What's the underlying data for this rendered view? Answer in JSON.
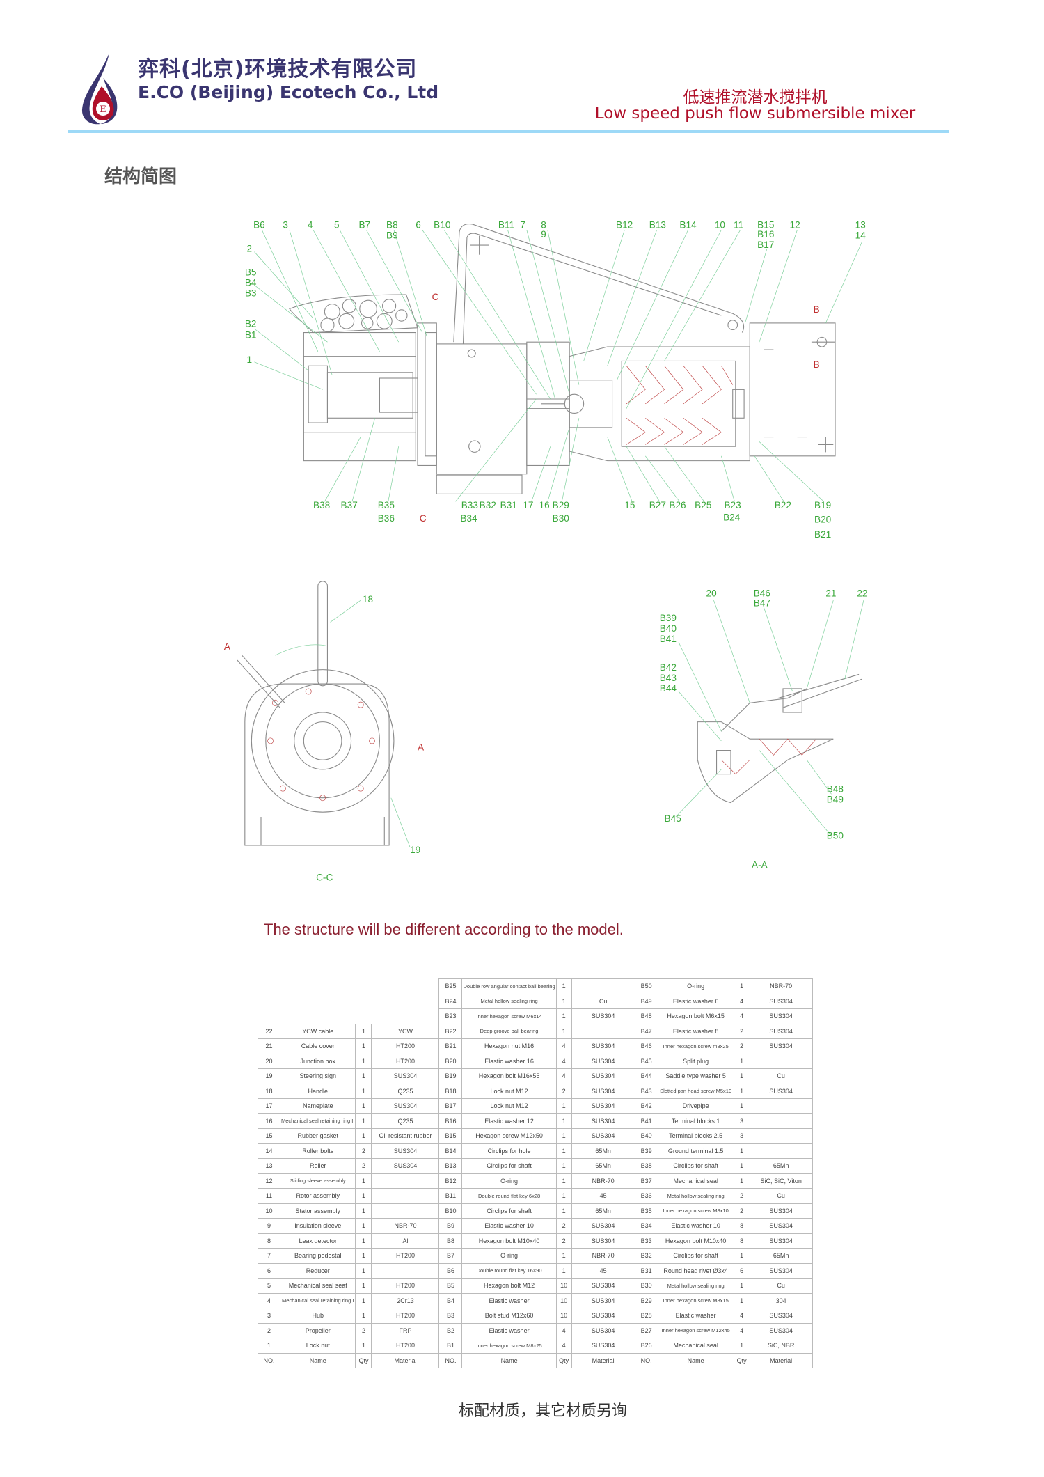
{
  "header": {
    "company_cn": "弈科(北京)环境技术有限公司",
    "company_en": "E.CO (Beijing) Ecotech Co., Ltd",
    "logo_letter": "E",
    "product_cn": "低速推流潜水搅拌机",
    "product_en": "Low speed push flow submersible mixer",
    "colors": {
      "brand_navy": "#3a3570",
      "brand_red": "#b0102a",
      "rule": "#9dd9f7"
    }
  },
  "section_title": "结构简图",
  "drawing": {
    "callouts": [
      "B6",
      "3",
      "4",
      "5",
      "B7",
      "B8",
      "B9",
      "6",
      "B10",
      "B11",
      "7",
      "8",
      "9",
      "B12",
      "B13",
      "B14",
      "10",
      "11",
      "B15",
      "B16",
      "B17",
      "12",
      "13",
      "14",
      "2",
      "B5",
      "B4",
      "B3",
      "B2",
      "B1",
      "1",
      "B38",
      "B37",
      "B35",
      "B36",
      "B33",
      "B32",
      "B31",
      "B34",
      "17",
      "16",
      "B29",
      "B30",
      "15",
      "B27",
      "B26",
      "B25",
      "B23",
      "B24",
      "B22",
      "B19",
      "B20",
      "B21",
      "18",
      "19",
      "20",
      "B46",
      "B47",
      "21",
      "22",
      "B39",
      "B40",
      "B41",
      "B42",
      "B43",
      "B44",
      "B45",
      "B48",
      "B49",
      "B50"
    ],
    "section_marks": [
      "C",
      "C",
      "B",
      "B",
      "A",
      "A"
    ],
    "view_labels": [
      "C-C",
      "A-A"
    ]
  },
  "note": "The structure will be different according to the model.",
  "table": {
    "header": [
      "NO.",
      "Name",
      "Qty",
      "Material"
    ],
    "left": [
      [
        "22",
        "YCW cable",
        "1",
        "YCW"
      ],
      [
        "21",
        "Cable cover",
        "1",
        "HT200"
      ],
      [
        "20",
        "Junction box",
        "1",
        "HT200"
      ],
      [
        "19",
        "Steering sign",
        "1",
        "SUS304"
      ],
      [
        "18",
        "Handle",
        "1",
        "Q235"
      ],
      [
        "17",
        "Nameplate",
        "1",
        "SUS304"
      ],
      [
        "16",
        "Mechanical seal retaining ring II",
        "1",
        "Q235"
      ],
      [
        "15",
        "Rubber gasket",
        "1",
        "Oil resistant rubber"
      ],
      [
        "14",
        "Roller bolts",
        "2",
        "SUS304"
      ],
      [
        "13",
        "Roller",
        "2",
        "SUS304"
      ],
      [
        "12",
        "Sliding sleeve assembly",
        "1",
        ""
      ],
      [
        "11",
        "Rotor assembly",
        "1",
        ""
      ],
      [
        "10",
        "Stator assembly",
        "1",
        ""
      ],
      [
        "9",
        "Insulation sleeve",
        "1",
        "NBR-70"
      ],
      [
        "8",
        "Leak detector",
        "1",
        "Al"
      ],
      [
        "7",
        "Bearing pedestal",
        "1",
        "HT200"
      ],
      [
        "6",
        "Reducer",
        "1",
        ""
      ],
      [
        "5",
        "Mechanical seal seat",
        "1",
        "HT200"
      ],
      [
        "4",
        "Mechanical seal retaining ring I",
        "1",
        "2Cr13"
      ],
      [
        "3",
        "Hub",
        "1",
        "HT200"
      ],
      [
        "2",
        "Propeller",
        "2",
        "FRP"
      ],
      [
        "1",
        "Lock nut",
        "1",
        "HT200"
      ]
    ],
    "middle": [
      [
        "B25",
        "Double row angular contact ball bearing",
        "1",
        ""
      ],
      [
        "B24",
        "Metal hollow sealing ring",
        "1",
        "Cu"
      ],
      [
        "B23",
        "Inner hexagon screw M6x14",
        "1",
        "SUS304"
      ],
      [
        "B22",
        "Deep groove ball bearing",
        "1",
        ""
      ],
      [
        "B21",
        "Hexagon nut M16",
        "4",
        "SUS304"
      ],
      [
        "B20",
        "Elastic washer 16",
        "4",
        "SUS304"
      ],
      [
        "B19",
        "Hexagon bolt M16x55",
        "4",
        "SUS304"
      ],
      [
        "B18",
        "Lock nut M12",
        "2",
        "SUS304"
      ],
      [
        "B17",
        "Lock nut M12",
        "1",
        "SUS304"
      ],
      [
        "B16",
        "Elastic washer 12",
        "1",
        "SUS304"
      ],
      [
        "B15",
        "Hexagon screw M12x50",
        "1",
        "SUS304"
      ],
      [
        "B14",
        "Circlips for hole",
        "1",
        "65Mn"
      ],
      [
        "B13",
        "Circlips for shaft",
        "1",
        "65Mn"
      ],
      [
        "B12",
        "O-ring",
        "1",
        "NBR-70"
      ],
      [
        "B11",
        "Double round flat key 6x28",
        "1",
        "45"
      ],
      [
        "B10",
        "Circlips for shaft",
        "1",
        "65Mn"
      ],
      [
        "B9",
        "Elastic washer 10",
        "2",
        "SUS304"
      ],
      [
        "B8",
        "Hexagon bolt M10x40",
        "2",
        "SUS304"
      ],
      [
        "B7",
        "O-ring",
        "1",
        "NBR-70"
      ],
      [
        "B6",
        "Double round flat key 16×90",
        "1",
        "45"
      ],
      [
        "B5",
        "Hexagon bolt M12",
        "10",
        "SUS304"
      ],
      [
        "B4",
        "Elastic washer",
        "10",
        "SUS304"
      ],
      [
        "B3",
        "Bolt stud M12x60",
        "10",
        "SUS304"
      ],
      [
        "B2",
        "Elastic washer",
        "4",
        "SUS304"
      ],
      [
        "B1",
        "Inner hexagon screw M8x25",
        "4",
        "SUS304"
      ]
    ],
    "right": [
      [
        "B50",
        "O-ring",
        "1",
        "NBR-70"
      ],
      [
        "B49",
        "Elastic washer 6",
        "4",
        "SUS304"
      ],
      [
        "B48",
        "Hexagon bolt M6x15",
        "4",
        "SUS304"
      ],
      [
        "B47",
        "Elastic washer 8",
        "2",
        "SUS304"
      ],
      [
        "B46",
        "Inner hexagon screw m8x25",
        "2",
        "SUS304"
      ],
      [
        "B45",
        "Split plug",
        "1",
        ""
      ],
      [
        "B44",
        "Saddle type washer 5",
        "1",
        "Cu"
      ],
      [
        "B43",
        "Slotted pan head screw M5x10",
        "1",
        "SUS304"
      ],
      [
        "B42",
        "Drivepipe",
        "1",
        ""
      ],
      [
        "B41",
        "Terminal blocks 1",
        "3",
        ""
      ],
      [
        "B40",
        "Terminal blocks 2.5",
        "3",
        ""
      ],
      [
        "B39",
        "Ground terminal 1.5",
        "1",
        ""
      ],
      [
        "B38",
        "Circlips for shaft",
        "1",
        "65Mn"
      ],
      [
        "B37",
        "Mechanical seal",
        "1",
        "SiC, SiC, Viton"
      ],
      [
        "B36",
        "Metal hollow sealing ring",
        "2",
        "Cu"
      ],
      [
        "B35",
        "Inner hexagon screw M8x10",
        "2",
        "SUS304"
      ],
      [
        "B34",
        "Elastic washer 10",
        "8",
        "SUS304"
      ],
      [
        "B33",
        "Hexagon bolt M10x40",
        "8",
        "SUS304"
      ],
      [
        "B32",
        "Circlips for shaft",
        "1",
        "65Mn"
      ],
      [
        "B31",
        "Round head rivet Ø3x4",
        "6",
        "SUS304"
      ],
      [
        "B30",
        "Metal hollow sealing ring",
        "1",
        "Cu"
      ],
      [
        "B29",
        "Inner hexagon screw M8x15",
        "1",
        "304"
      ],
      [
        "B28",
        "Elastic washer",
        "4",
        "SUS304"
      ],
      [
        "B27",
        "Inner hexagon screw M12x45",
        "4",
        "SUS304"
      ],
      [
        "B26",
        "Mechanical seal",
        "1",
        "SiC, NBR"
      ]
    ]
  },
  "footer": "标配材质，其它材质另询"
}
